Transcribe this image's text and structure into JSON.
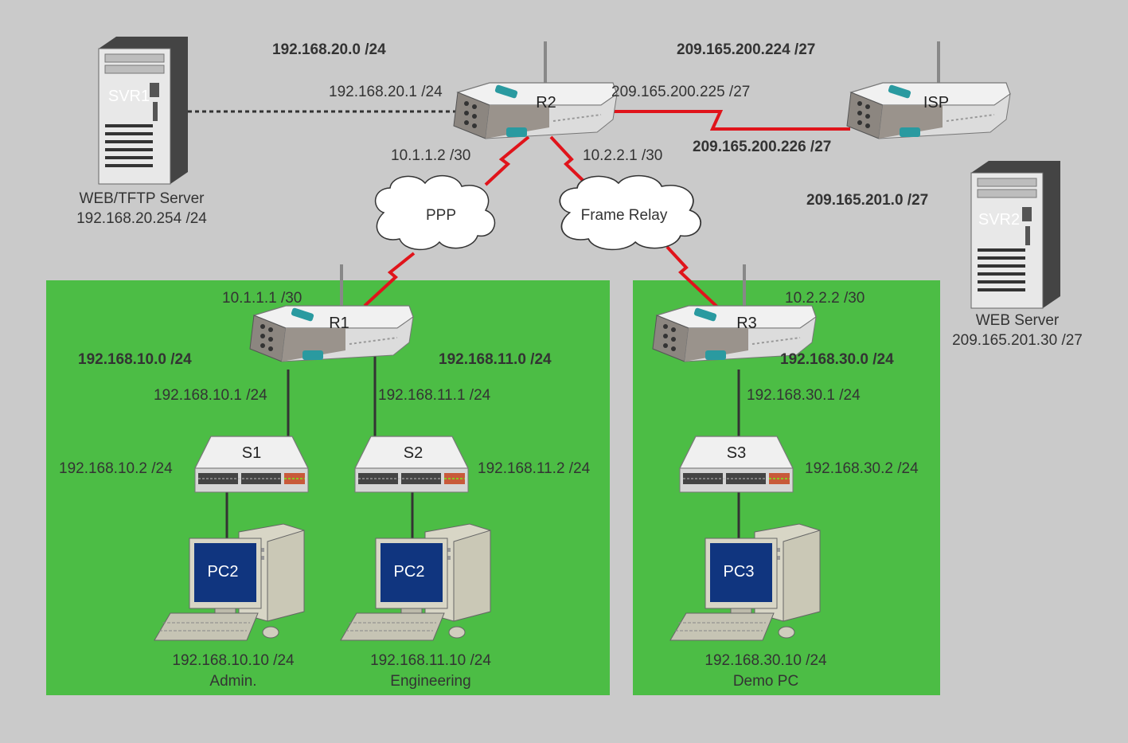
{
  "networks": {
    "r2_lan": "192.168.20.0 /24",
    "isp_link": "209.165.200.224 /27",
    "web_net": "209.165.201.0 /27",
    "r1_lan1": "192.168.10.0 /24",
    "r1_lan2": "192.168.11.0 /24",
    "r3_lan": "192.168.30.0 /24"
  },
  "links": {
    "ppp": "PPP",
    "frame_relay": "Frame Relay"
  },
  "routers": {
    "r2": {
      "name": "R2",
      "lan_ip": "192.168.20.1 /24",
      "isp_ip": "209.165.200.225 /27",
      "ppp_ip": "10.1.1.2 /30",
      "fr_ip": "10.2.2.1 /30"
    },
    "isp": {
      "name": "ISP",
      "ip": "209.165.200.226 /27"
    },
    "r1": {
      "name": "R1",
      "wan_ip": "10.1.1.1 /30",
      "lan1_ip": "192.168.10.1 /24",
      "lan2_ip": "192.168.11.1 /24"
    },
    "r3": {
      "name": "R3",
      "wan_ip": "10.2.2.2 /30",
      "lan_ip": "192.168.30.1 /24"
    }
  },
  "servers": {
    "svr1": {
      "name": "SVR1",
      "role": "WEB/TFTP Server",
      "ip": "192.168.20.254 /24"
    },
    "svr2": {
      "name": "SVR2",
      "role": "WEB Server",
      "ip": "209.165.201.30 /27"
    }
  },
  "switches": {
    "s1": {
      "name": "S1",
      "ip": "192.168.10.2 /24"
    },
    "s2": {
      "name": "S2",
      "ip": "192.168.11.2 /24"
    },
    "s3": {
      "name": "S3",
      "ip": "192.168.30.2 /24"
    }
  },
  "pcs": {
    "pc_admin": {
      "name": "PC2",
      "ip": "192.168.10.10 /24",
      "desc": "Admin."
    },
    "pc_eng": {
      "name": "PC2",
      "ip": "192.168.11.10 /24",
      "desc": "Engineering"
    },
    "pc_demo": {
      "name": "PC3",
      "ip": "192.168.30.10 /24",
      "desc": "Demo PC"
    }
  },
  "colors": {
    "background": "#cacaca",
    "site_area": "#4cbd45",
    "serial_link": "#e0141b",
    "lan_link": "#333333"
  }
}
